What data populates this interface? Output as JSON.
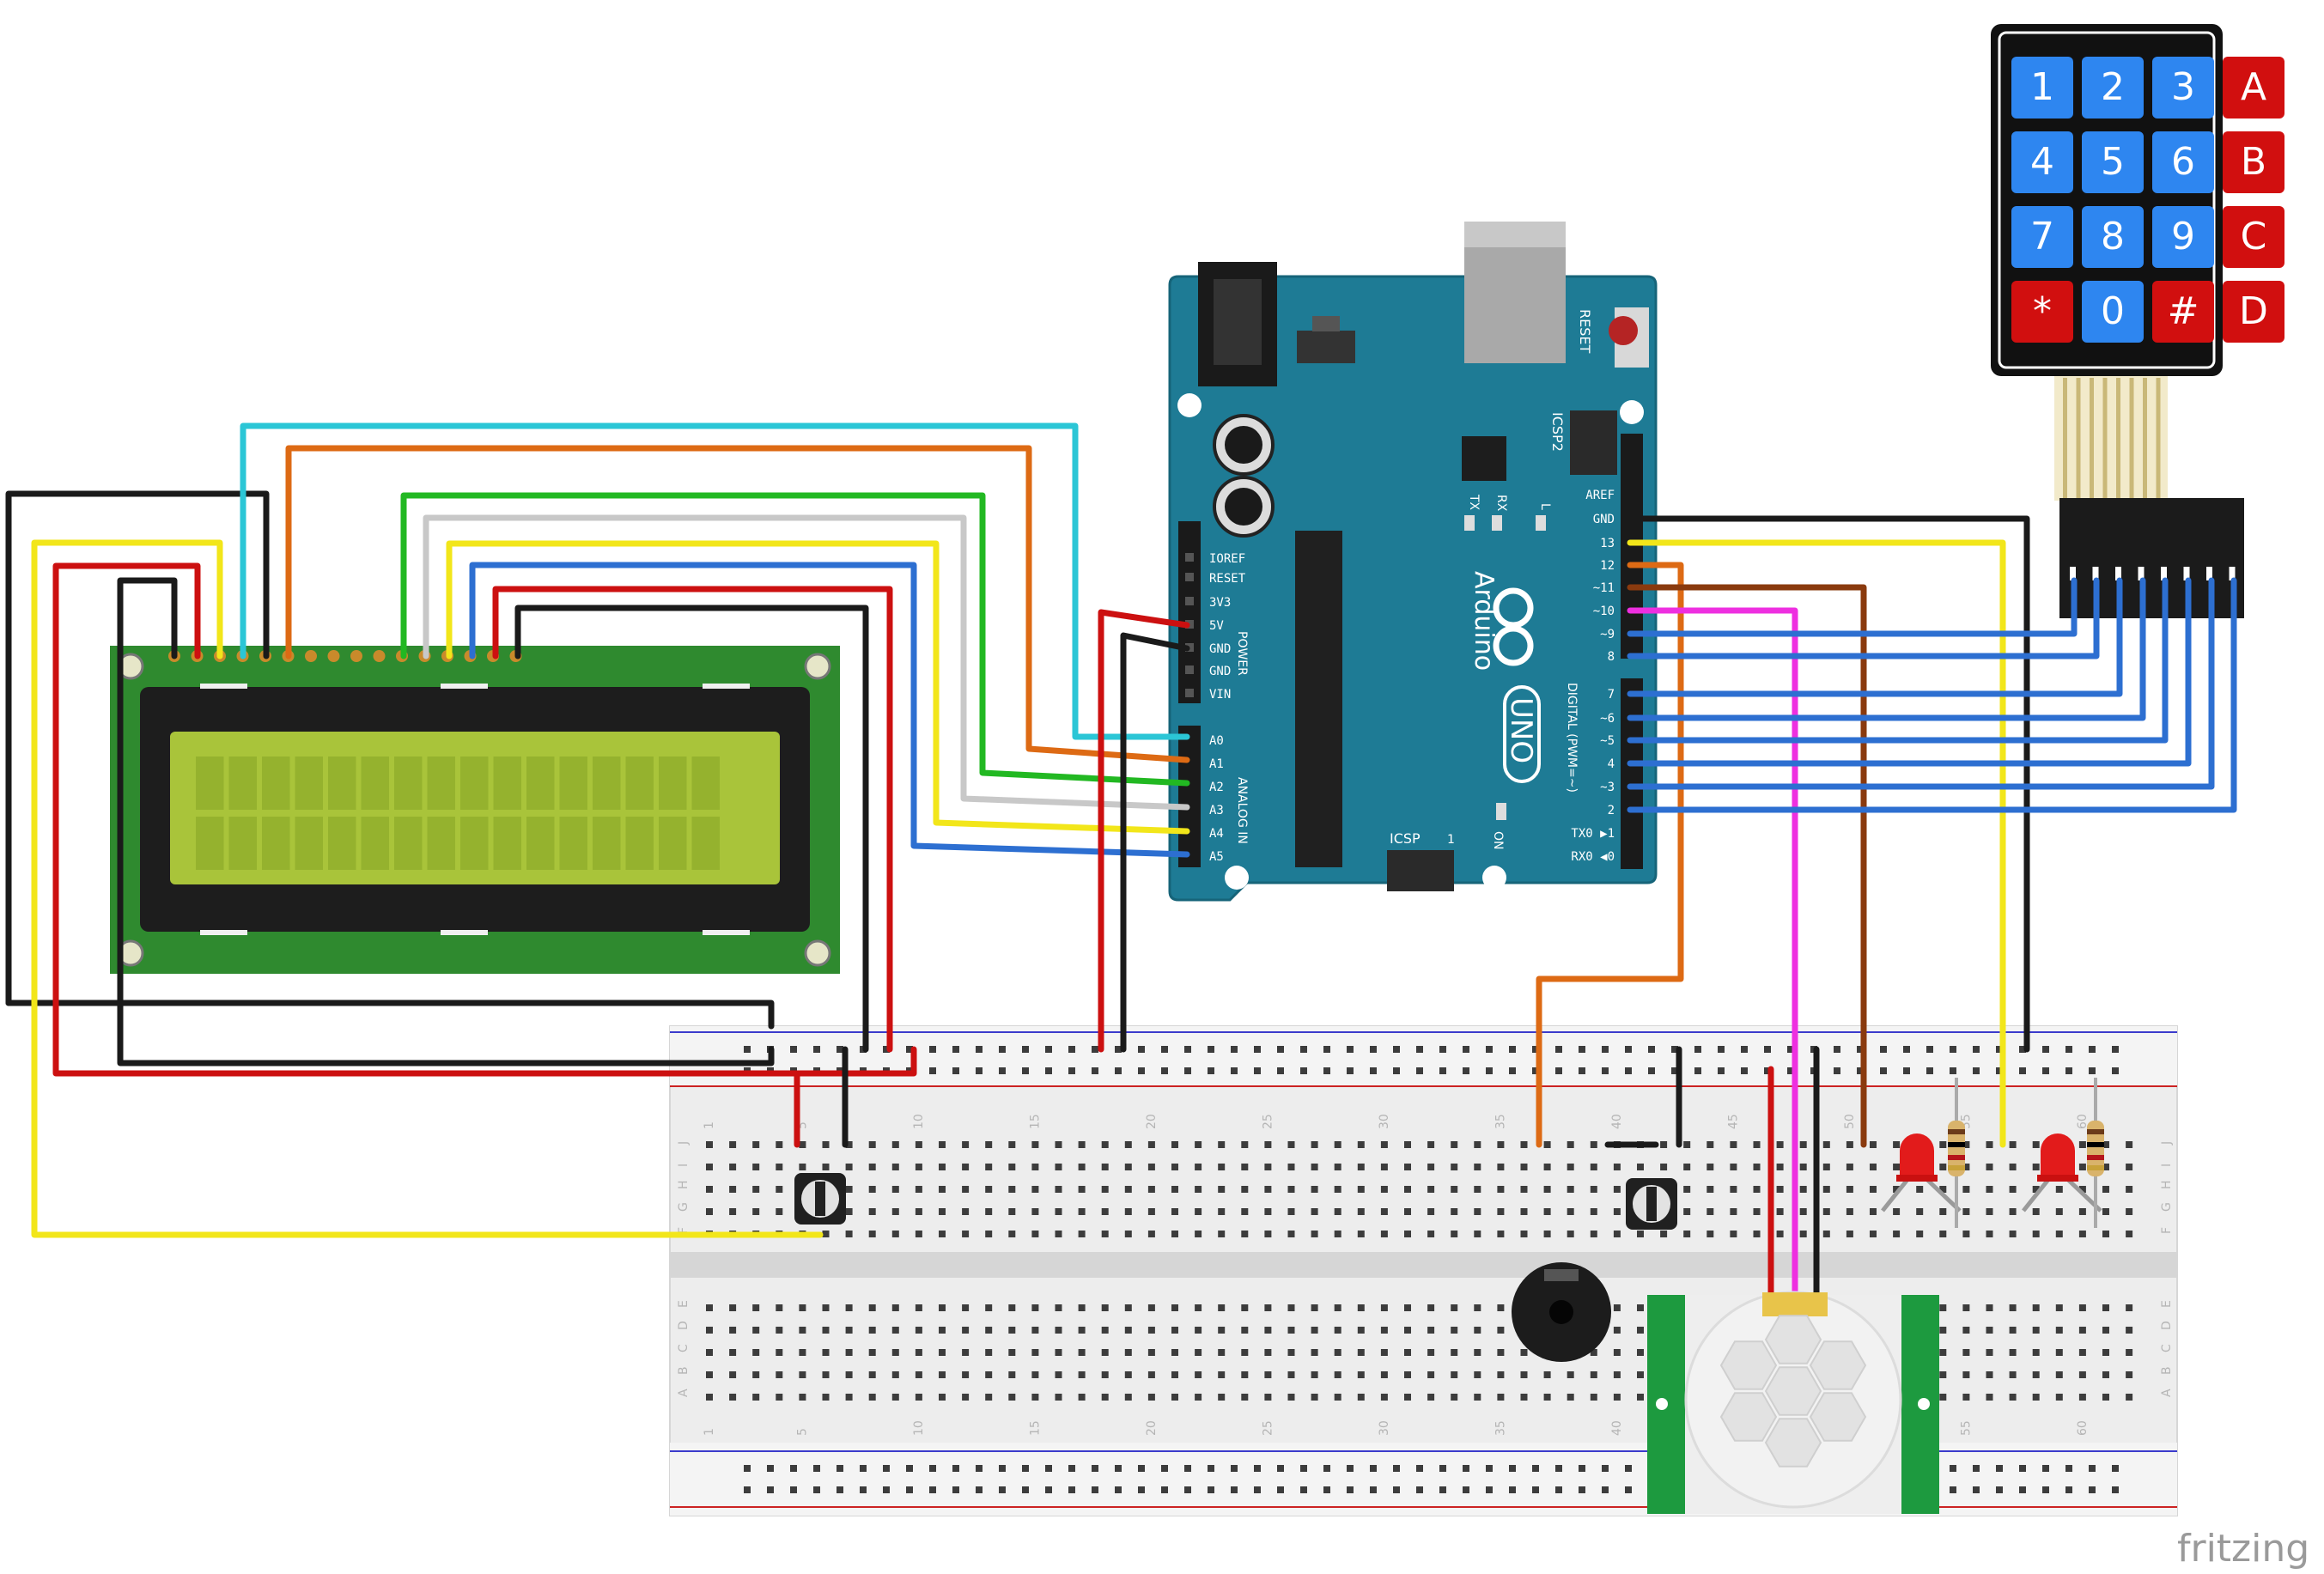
{
  "keypad": {
    "keys": [
      [
        "1",
        "2",
        "3",
        "A"
      ],
      [
        "4",
        "5",
        "6",
        "B"
      ],
      [
        "7",
        "8",
        "9",
        "C"
      ],
      [
        "*",
        "0",
        "#",
        "D"
      ]
    ],
    "colors": {
      "numeric": "#2e86f0",
      "letter": "#d10f0f",
      "frame": "#000000"
    }
  },
  "arduino": {
    "brand": "Arduino",
    "model": "UNO",
    "reset_label": "RESET",
    "icsp2_label": "ICSP2",
    "icsp_label": "ICSP",
    "icsp_one": "1",
    "led_tx": "TX",
    "led_rx": "RX",
    "led_l": "L",
    "on_label": "ON",
    "digital_label": "DIGITAL (PWM=~)",
    "power_label": "POWER",
    "analog_label": "ANALOG IN",
    "power_pins": [
      "IOREF",
      "RESET",
      "3V3",
      "5V",
      "GND",
      "GND",
      "VIN"
    ],
    "analog_pins": [
      "A0",
      "A1",
      "A2",
      "A3",
      "A4",
      "A5"
    ],
    "digital_pins_top": [
      "AREF",
      "GND",
      "13",
      "12",
      "~11",
      "~10",
      "~9",
      "8"
    ],
    "digital_pins_bottom": [
      "7",
      "~6",
      "~5",
      "4",
      "~3",
      "2",
      "TX0 ▶1",
      "RX0 ◀0"
    ],
    "board_color": "#1e7b95"
  },
  "breadboard": {
    "column_numbers": [
      "1",
      "5",
      "10",
      "15",
      "20",
      "25",
      "30",
      "35",
      "40",
      "45",
      "50",
      "55",
      "60"
    ],
    "row_letters_top": [
      "J",
      "I",
      "H",
      "G",
      "F"
    ],
    "row_letters_bottom": [
      "E",
      "D",
      "C",
      "B",
      "A"
    ]
  },
  "watermark": "fritzing",
  "wire_colors": {
    "red": "#cc1010",
    "black": "#1a1a1a",
    "yellow": "#f2e61a",
    "cyan": "#2bc6d6",
    "orange": "#dd6a14",
    "green": "#22b822",
    "white": "#c8c8c8",
    "blue": "#2d6fd1",
    "brown": "#8a3a0e",
    "magenta": "#ee2fe0"
  },
  "components": {
    "lcd": "lcd-16x2",
    "potentiometers": [
      "potentiometer",
      "potentiometer"
    ],
    "leds": [
      "red-led",
      "red-led"
    ],
    "resistors": [
      "resistor",
      "resistor"
    ],
    "buzzer": "piezo-buzzer",
    "pir": "pir-motion-sensor"
  }
}
